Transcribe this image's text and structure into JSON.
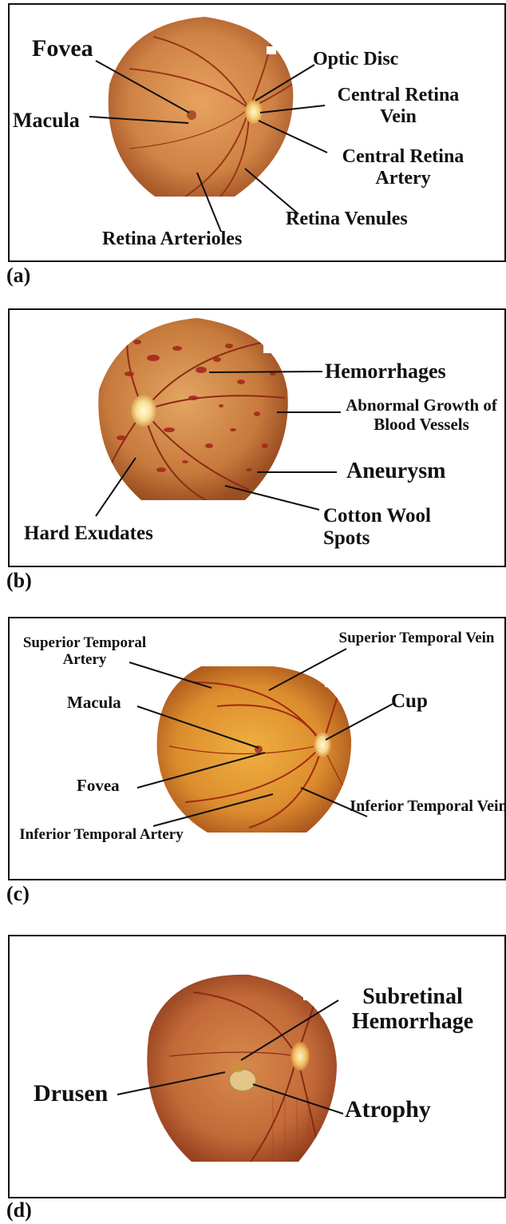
{
  "panels": [
    {
      "id": "a",
      "caption": "(a)",
      "labels": [
        "Fovea",
        "Macula",
        "Optic Disc",
        "Central Retina Vein",
        "Central Retina Artery",
        "Retina Venules",
        "Retina Arterioles"
      ]
    },
    {
      "id": "b",
      "caption": "(b)",
      "labels": [
        "Hemorrhages",
        "Abnormal Growth of Blood Vessels",
        "Aneurysm",
        "Cotton Wool Spots",
        "Hard Exudates"
      ]
    },
    {
      "id": "c",
      "caption": "(c)",
      "labels": [
        "Superior Temporal Artery",
        "Superior Temporal Vein",
        "Macula",
        "Cup",
        "Fovea",
        "Inferior Temporal Vein",
        "Inferior Temporal Artery"
      ]
    },
    {
      "id": "d",
      "caption": "(d)",
      "labels": [
        "Subretinal Hemorrhage",
        "Drusen",
        "Atrophy"
      ]
    }
  ],
  "colors": {
    "fundus": "#c97a3c",
    "fundus_edge": "#a85a26",
    "vessel": "#8e2a16",
    "disc": "#f6d98a",
    "line": "#111111"
  }
}
